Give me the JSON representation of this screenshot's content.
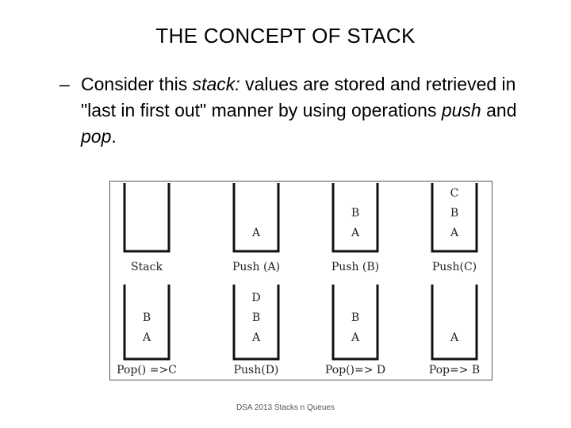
{
  "slide": {
    "title": "THE CONCEPT OF STACK",
    "bullet": {
      "dash": "–",
      "parts": [
        {
          "text": "Consider this ",
          "italic": false
        },
        {
          "text": "stack:",
          "italic": true
        },
        {
          "text": " values are stored and retrieved in \"last in first out\" manner by using operations ",
          "italic": false
        },
        {
          "text": "push",
          "italic": true
        },
        {
          "text": " and ",
          "italic": false
        },
        {
          "text": "pop",
          "italic": true
        },
        {
          "text": ".",
          "italic": false
        }
      ]
    },
    "footer": "DSA 2013 Stacks n Queues"
  },
  "figure": {
    "stacks": [
      {
        "items": [],
        "label": "Stack"
      },
      {
        "items": [
          "A"
        ],
        "label": "Push (A)"
      },
      {
        "items": [
          "B",
          "A"
        ],
        "label": "Push (B)"
      },
      {
        "items": [
          "C",
          "B",
          "A"
        ],
        "label": "Push(C)"
      },
      {
        "items": [
          "B",
          "A"
        ],
        "label": "Pop() =>C"
      },
      {
        "items": [
          "D",
          "B",
          "A"
        ],
        "label": "Push(D)"
      },
      {
        "items": [
          "B",
          "A"
        ],
        "label": "Pop()=> D"
      },
      {
        "items": [
          "A"
        ],
        "label": "Pop=> B"
      }
    ]
  }
}
